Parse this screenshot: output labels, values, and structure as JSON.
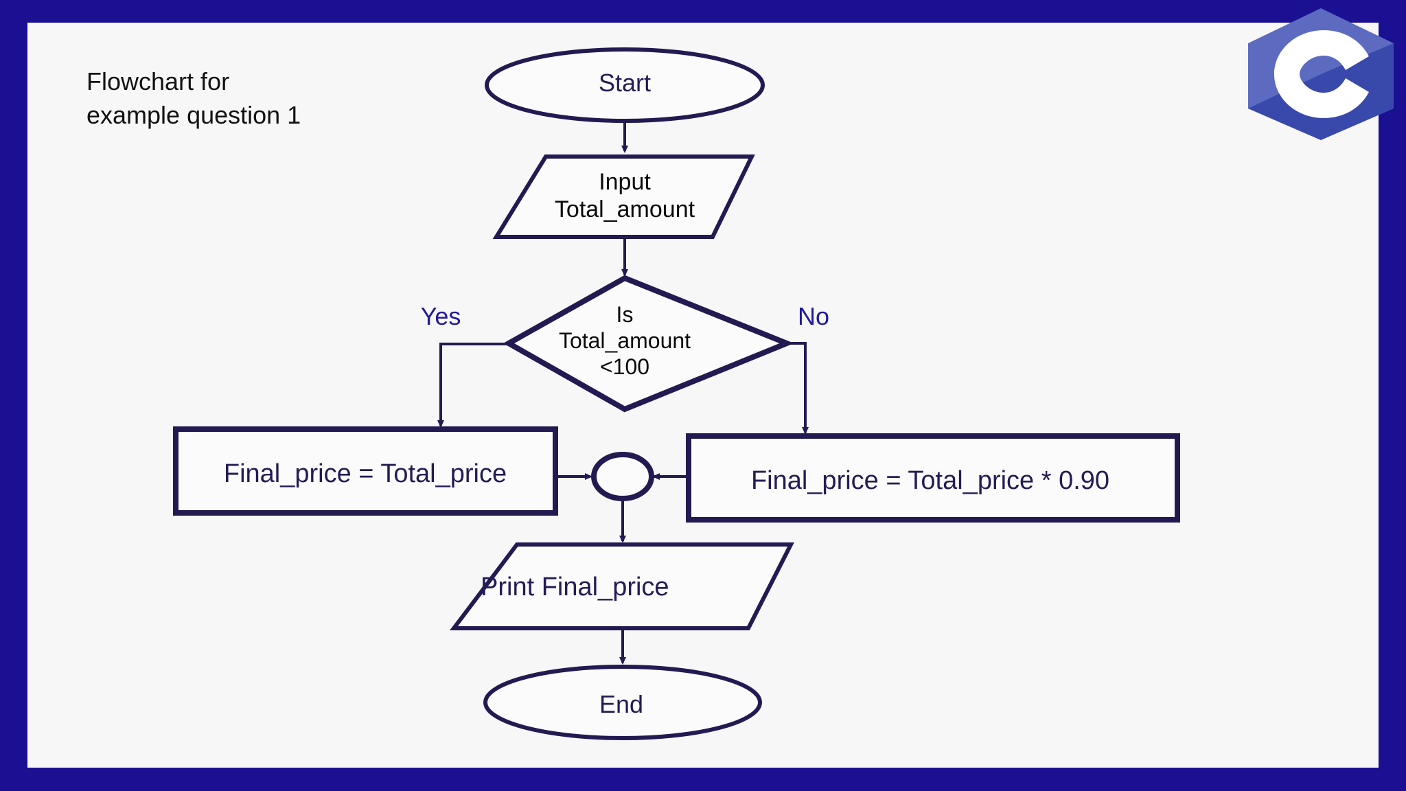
{
  "page": {
    "border_color": "#1a1091",
    "paper_color": "#f7f7f8",
    "shape_stroke_color": "#231a52",
    "blue_text_color": "#201a9c",
    "navy_text_color": "#251b55",
    "black_text_color": "#0a0a0a"
  },
  "logo": {
    "name": "c-language-logo",
    "letter": "C",
    "hex_light_color": "#5c6bc0",
    "hex_dark_color": "#3949ab",
    "letter_color": "#ffffff"
  },
  "title": "Flowchart for\nexample question 1",
  "chart_data": {
    "type": "diagram",
    "diagram_kind": "flowchart",
    "title": "Flowchart for example question 1",
    "nodes": [
      {
        "id": "start",
        "shape": "ellipse",
        "label": "Start",
        "text_color": "#251b55"
      },
      {
        "id": "input",
        "shape": "parallelogram",
        "label": "Input\nTotal_amount",
        "text_color": "#0a0a0a"
      },
      {
        "id": "decide",
        "shape": "diamond",
        "label": "Is\nTotal_amount\n<100",
        "text_color": "#0a0a0a"
      },
      {
        "id": "proc_yes",
        "shape": "rectangle",
        "label": "Final_price = Total_price",
        "text_color": "#251b55"
      },
      {
        "id": "proc_no",
        "shape": "rectangle",
        "label": "Final_price = Total_price * 0.90",
        "text_color": "#251b55"
      },
      {
        "id": "merge",
        "shape": "connector",
        "label": "",
        "text_color": "#251b55"
      },
      {
        "id": "print",
        "shape": "parallelogram",
        "label": "Print Final_price",
        "text_color": "#251b55"
      },
      {
        "id": "end",
        "shape": "ellipse",
        "label": "End",
        "text_color": "#251b55"
      }
    ],
    "edges": [
      {
        "from": "start",
        "to": "input",
        "label": ""
      },
      {
        "from": "input",
        "to": "decide",
        "label": ""
      },
      {
        "from": "decide",
        "to": "proc_yes",
        "label": "Yes"
      },
      {
        "from": "decide",
        "to": "proc_no",
        "label": "No"
      },
      {
        "from": "proc_yes",
        "to": "merge",
        "label": ""
      },
      {
        "from": "proc_no",
        "to": "merge",
        "label": ""
      },
      {
        "from": "merge",
        "to": "print",
        "label": ""
      },
      {
        "from": "print",
        "to": "end",
        "label": ""
      }
    ]
  },
  "nodes": {
    "start": "Start",
    "input": "Input\nTotal_amount",
    "decide": "Is\nTotal_amount\n<100",
    "proc_yes": "Final_price = Total_price",
    "proc_no": "Final_price = Total_price * 0.90",
    "print": "Print Final_price",
    "end": "End"
  },
  "branch_labels": {
    "yes": "Yes",
    "no": "No"
  }
}
